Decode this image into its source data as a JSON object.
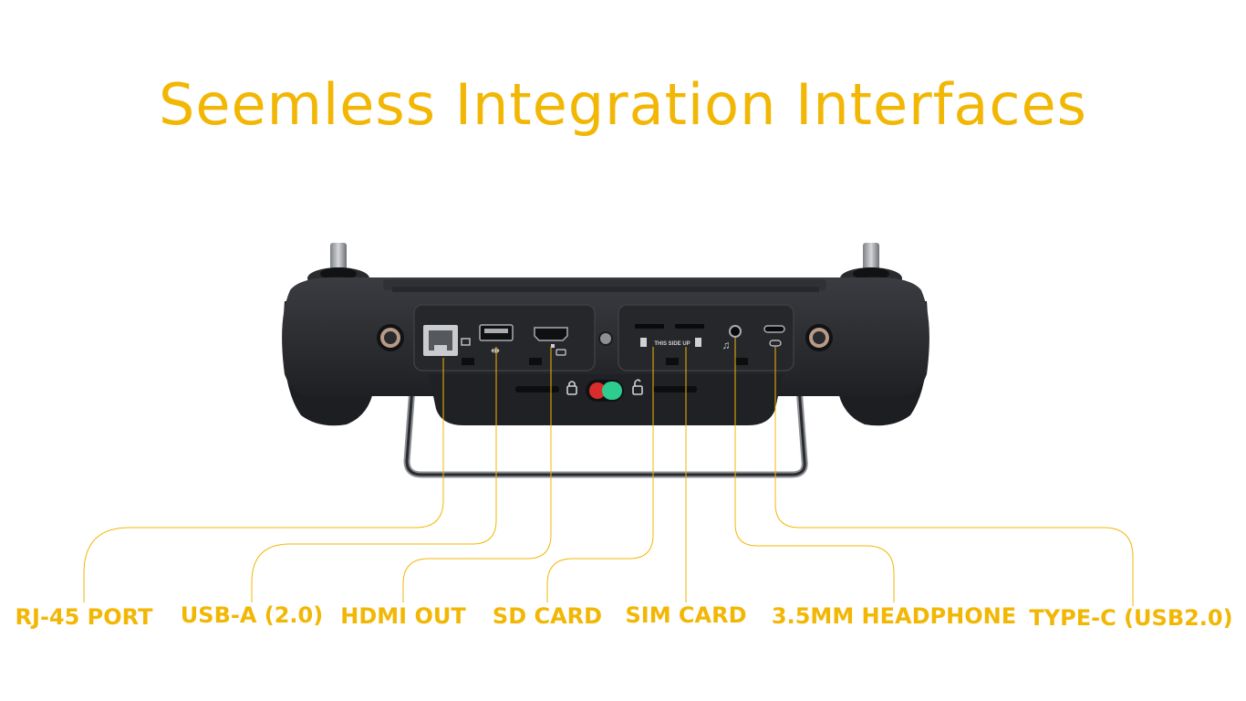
{
  "title": "Seemless Integration Interfaces",
  "device": {
    "sim_slot_text": "THIS SIDE UP"
  },
  "labels": {
    "rj45": "RJ-45 PORT",
    "usba": "USB-A (2.0)",
    "hdmi": "HDMI OUT",
    "sd": "SD CARD",
    "sim": "SIM CARD",
    "headphone": "3.5MM HEADPHONE",
    "typec": "TYPE-C (USB2.0)"
  },
  "colors": {
    "accent": "#F2B705",
    "device_body": "#2b2d31",
    "device_dark": "#1a1b1e",
    "switch_green": "#2ecc8f",
    "switch_red": "#d92d2d"
  }
}
